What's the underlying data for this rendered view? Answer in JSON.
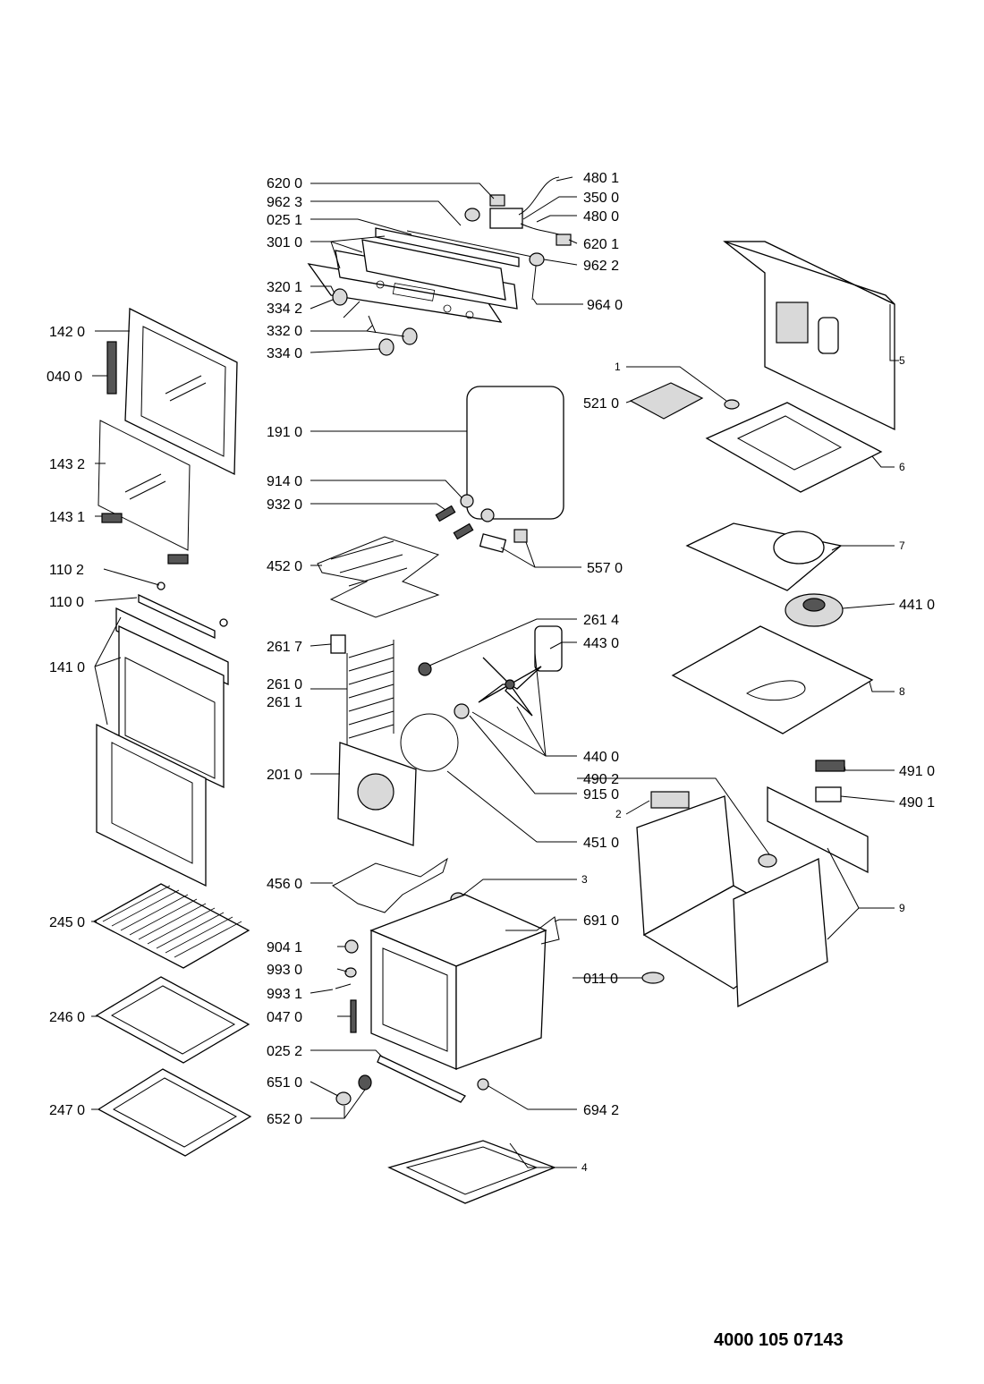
{
  "document_number": "4000 105 07143",
  "labels": {
    "p6200": "620 0",
    "p9623": "962 3",
    "p0251": "025 1",
    "p3010": "301 0",
    "p3201": "320 1",
    "p3342": "334 2",
    "p3320": "332 0",
    "p3340": "334 0",
    "p4801": "480 1",
    "p3500": "350 0",
    "p4800": "480 0",
    "p6201": "620 1",
    "p9622": "962 2",
    "p9640": "964 0",
    "p1420": "142 0",
    "p0400": "040 0",
    "p1432": "143 2",
    "p1431": "143 1",
    "p1102": "110 2",
    "p1100": "110 0",
    "p1410": "141 0",
    "p2450": "245 0",
    "p2460": "246 0",
    "p2470": "247 0",
    "p1910": "191 0",
    "p9140": "914 0",
    "p9320": "932 0",
    "p4520": "452 0",
    "p5570": "557 0",
    "p2617": "261 7",
    "p2610": "261 0",
    "p2611": "261 1",
    "p2614": "261 4",
    "p4430": "443 0",
    "p2010": "201 0",
    "p4400": "440 0",
    "p9150": "915 0",
    "p4510": "451 0",
    "p4560": "456 0",
    "p9041": "904 1",
    "p9930": "993 0",
    "p9931": "993 1",
    "p0470": "047 0",
    "p0252": "025 2",
    "p6510": "651 0",
    "p6520": "652 0",
    "p6942": "694 2",
    "p6910": "691 0",
    "p0110": "011 0",
    "p5210": "521 0",
    "p4410": "441 0",
    "p4902": "490 2",
    "p4910": "491 0",
    "p4901": "490 1",
    "n1": "1",
    "n2": "2",
    "n3": "3",
    "n4": "4",
    "n5": "5",
    "n6": "6",
    "n7": "7",
    "n8": "8",
    "n9": "9"
  }
}
